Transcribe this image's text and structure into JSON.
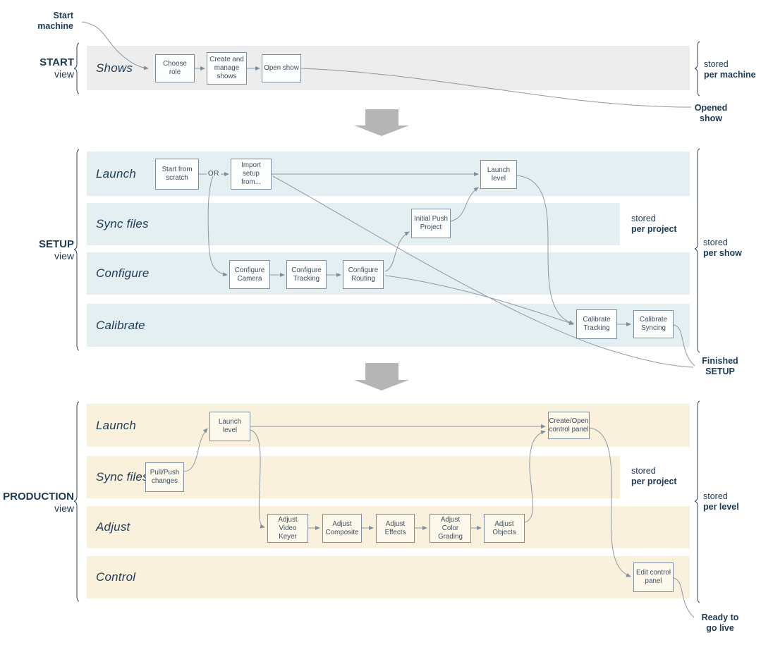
{
  "annotations": {
    "start_machine": {
      "line1": "Start",
      "line2": "machine"
    },
    "opened_show": {
      "line1": "Opened",
      "line2": "show"
    },
    "finished_setup": {
      "line1": "Finished",
      "line2": "SETUP"
    },
    "ready_to_go_live": {
      "line1": "Ready to",
      "line2": "go live"
    },
    "stored_per_machine": {
      "line1": "stored",
      "line2": "per machine"
    },
    "stored_per_show": {
      "line1": "stored",
      "line2": "per show"
    },
    "stored_per_level": {
      "line1": "stored",
      "line2": "per level"
    },
    "setup_stored_per_project": {
      "line1": "stored",
      "line2": "per project"
    },
    "production_stored_per_project": {
      "line1": "stored",
      "line2": "per project"
    },
    "or_label": "OR"
  },
  "sections": {
    "start": {
      "header": "START",
      "subheader": "view",
      "lanes": {
        "shows": {
          "label": "Shows",
          "nodes": {
            "choose_role": "Choose role",
            "create_manage_shows": "Create and manage shows",
            "open_show": "Open show"
          }
        }
      }
    },
    "setup": {
      "header": "SETUP",
      "subheader": "view",
      "lanes": {
        "launch": {
          "label": "Launch",
          "nodes": {
            "start_from_scratch": "Start from scratch",
            "import_setup": "Import setup from...",
            "launch_level": "Launch level"
          }
        },
        "sync_files": {
          "label": "Sync files",
          "nodes": {
            "initial_push": "Initial Push Project"
          }
        },
        "configure": {
          "label": "Configure",
          "nodes": {
            "camera": "Configure Camera",
            "tracking": "Configure Tracking",
            "routing": "Configure Routing"
          }
        },
        "calibrate": {
          "label": "Calibrate",
          "nodes": {
            "cal_tracking": "Calibrate Tracking",
            "cal_syncing": "Calibrate Syncing"
          }
        }
      }
    },
    "production": {
      "header": "PRODUCTION",
      "subheader": "view",
      "lanes": {
        "launch": {
          "label": "Launch",
          "nodes": {
            "launch_level": "Launch level",
            "create_open_panel": "Create/Open control panel"
          }
        },
        "sync_files": {
          "label": "Sync files",
          "nodes": {
            "pull_push": "Pull/Push changes"
          }
        },
        "adjust": {
          "label": "Adjust",
          "nodes": {
            "video_keyer": "Adjust Video Keyer",
            "composite": "Adjust Composite",
            "effects": "Adjust Effects",
            "color_grading": "Adjust Color Grading",
            "objects": "Adjust Objects"
          }
        },
        "control": {
          "label": "Control",
          "nodes": {
            "edit_panel": "Edit control panel"
          }
        }
      }
    }
  },
  "edges": [
    {
      "from": "start-machine",
      "to": "choose-role"
    },
    {
      "from": "choose-role",
      "to": "create-manage-shows"
    },
    {
      "from": "create-manage-shows",
      "to": "open-show"
    },
    {
      "from": "open-show",
      "to": "opened-show"
    },
    {
      "from": "start-from-scratch",
      "to": "or-import-setup"
    },
    {
      "from": "import-setup",
      "to": "launch-level-setup"
    },
    {
      "from": "or-junction",
      "to": "configure-camera"
    },
    {
      "from": "configure-camera",
      "to": "configure-tracking"
    },
    {
      "from": "configure-tracking",
      "to": "configure-routing"
    },
    {
      "from": "configure-routing",
      "to": "initial-push-project"
    },
    {
      "from": "initial-push-project",
      "to": "launch-level-setup"
    },
    {
      "from": "launch-level-setup",
      "to": "calibrate-tracking"
    },
    {
      "from": "configure-routing",
      "to": "calibrate-tracking"
    },
    {
      "from": "import-setup",
      "to": "finished-setup"
    },
    {
      "from": "calibrate-tracking",
      "to": "calibrate-syncing"
    },
    {
      "from": "calibrate-syncing",
      "to": "finished-setup"
    },
    {
      "from": "pull-push-changes",
      "to": "launch-level-production"
    },
    {
      "from": "launch-level-production",
      "to": "create-open-control-panel"
    },
    {
      "from": "launch-level-production",
      "to": "adjust-video-keyer"
    },
    {
      "from": "adjust-video-keyer",
      "to": "adjust-composite"
    },
    {
      "from": "adjust-composite",
      "to": "adjust-effects"
    },
    {
      "from": "adjust-effects",
      "to": "adjust-color-grading"
    },
    {
      "from": "adjust-color-grading",
      "to": "adjust-objects"
    },
    {
      "from": "adjust-objects",
      "to": "create-open-control-panel"
    },
    {
      "from": "create-open-control-panel",
      "to": "edit-control-panel"
    },
    {
      "from": "edit-control-panel",
      "to": "ready-to-go-live"
    }
  ],
  "colors": {
    "start_lane": "#ededed",
    "setup_lane": "#e4eff1",
    "production_lane": "#faf1dd",
    "box_border": "#7d8e9e",
    "connector": "#8a98a6",
    "text_navy": "#1d3a56",
    "section_arrow_gray": "#b5b5b5"
  }
}
